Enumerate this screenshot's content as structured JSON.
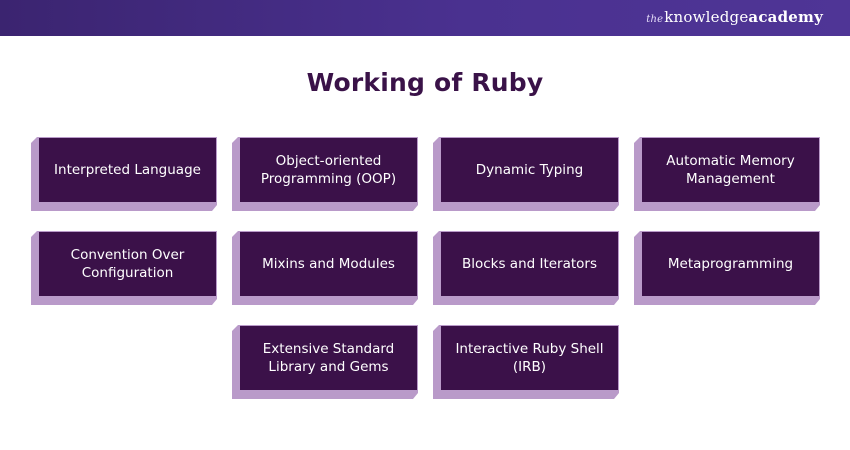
{
  "header": {
    "brand_the": "the",
    "brand_knowledge": "knowledge",
    "brand_academy": "academy",
    "background_color": "#3f2878"
  },
  "title": "Working of Ruby",
  "colors": {
    "card_face": "#3b1149",
    "card_shadow": "#b99ac9",
    "title": "#3a1248"
  },
  "cards": [
    {
      "label": "Interpreted Language"
    },
    {
      "label": "Object-oriented Programming (OOP)"
    },
    {
      "label": "Dynamic Typing"
    },
    {
      "label": "Automatic Memory Management"
    },
    {
      "label": "Convention Over Configuration"
    },
    {
      "label": "Mixins and Modules"
    },
    {
      "label": "Blocks and Iterators"
    },
    {
      "label": "Metaprogramming"
    },
    {
      "label": "Extensive Standard Library and Gems"
    },
    {
      "label": "Interactive Ruby Shell (IRB)"
    }
  ]
}
